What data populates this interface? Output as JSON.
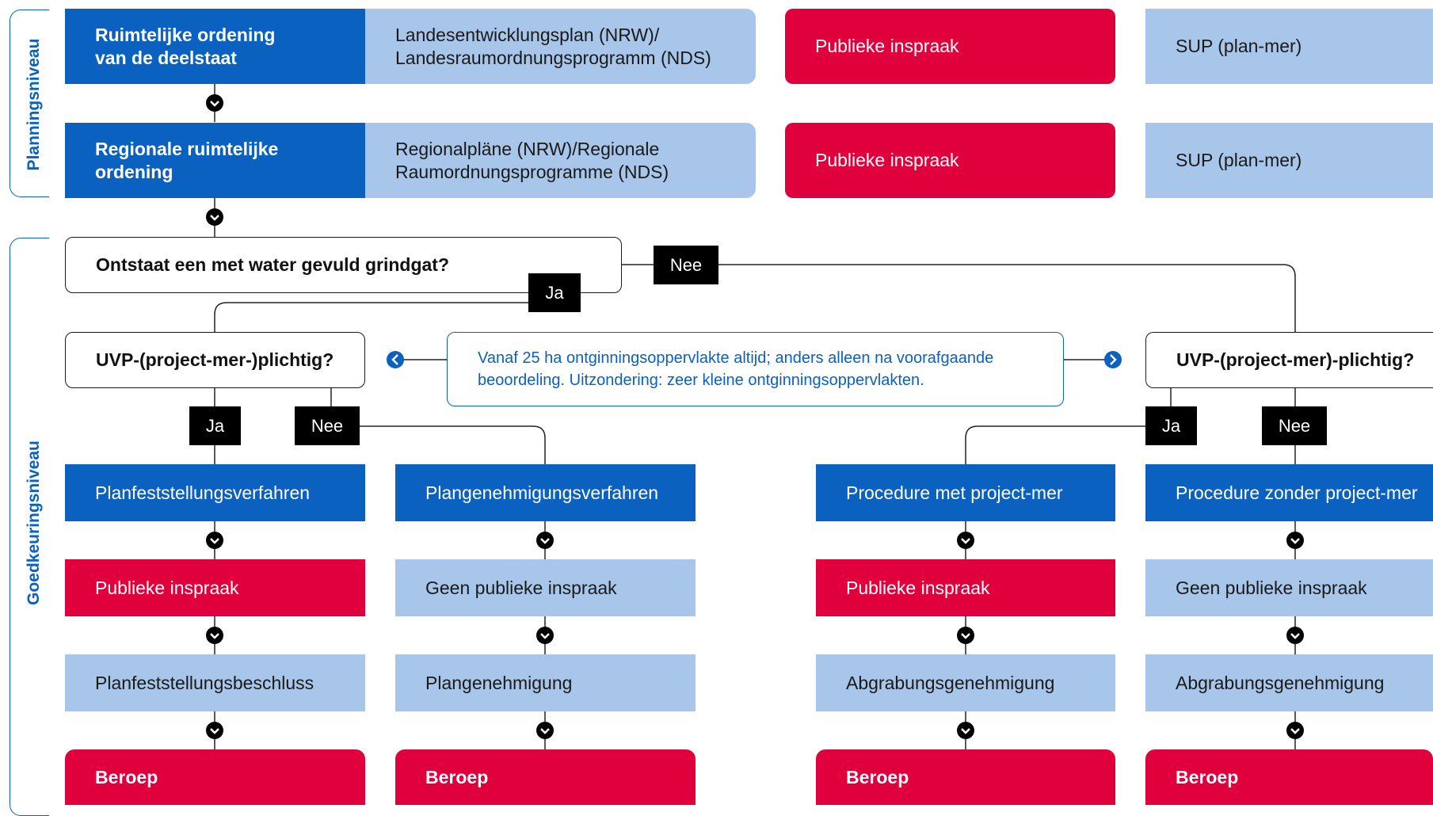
{
  "levels": {
    "planning": "Planningsniveau",
    "approval": "Goedkeuringsniveau"
  },
  "planning_rows": [
    {
      "level_label": "Ruimtelijke ordening van de deelstaat",
      "plan": "Landesentwicklungsplan (NRW)/ Landesraumordnungsprogramm (NDS)",
      "participation": "Publieke inspraak",
      "assessment": "SUP (plan-mer)"
    },
    {
      "level_label": "Regionale ruimtelijke ordening",
      "plan": "Regionalpläne (NRW)/Regionale Raumordnungsprogramme (NDS)",
      "participation": "Publieke inspraak",
      "assessment": "SUP (plan-mer)"
    }
  ],
  "question_main": "Ontstaat een met water gevuld grindgat?",
  "question_left": "UVP-(project-mer-)plichtig?",
  "question_right": "UVP-(project-mer)-plichtig?",
  "note": "Vanaf 25 ha ontginningsoppervlakte altijd; anders alleen na voorafgaande beoordeling. Uitzondering: zeer kleine ontginningsoppervlakten.",
  "tags": {
    "yes": "Ja",
    "no": "Nee"
  },
  "columns": [
    {
      "procedure": "Planfeststellungsverfahren",
      "participation": "Publieke inspraak",
      "decision": "Planfeststellungsbeschluss",
      "appeal": "Beroep"
    },
    {
      "procedure": "Plangenehmigungsverfahren",
      "participation": "Geen publieke inspraak",
      "decision": "Plangenehmigung",
      "appeal": "Beroep"
    },
    {
      "procedure": "Procedure met project-mer",
      "participation": "Publieke inspraak",
      "decision": "Abgrabungsgenehmigung",
      "appeal": "Beroep"
    },
    {
      "procedure": "Procedure zonder project-mer",
      "participation": "Geen publieke inspraak",
      "decision": "Abgrabungsgenehmigung",
      "appeal": "Beroep"
    }
  ],
  "colors": {
    "dark_blue": "#0a61c0",
    "light_blue": "#a7c6e9",
    "red": "#e0003c",
    "black": "#000000"
  }
}
